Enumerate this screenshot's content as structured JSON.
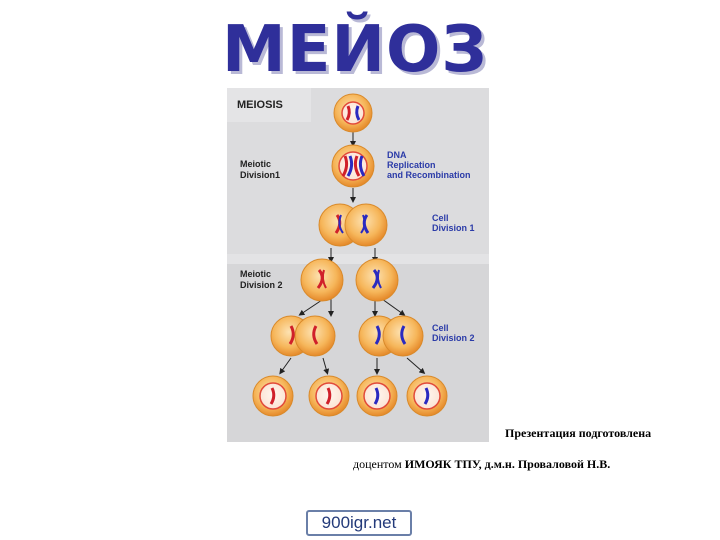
{
  "title": "МЕЙОЗ",
  "diagram": {
    "header": "MEIOSIS",
    "stage1_line1": "Meiotic",
    "stage1_line2": "Division1",
    "stage2_line1": "Meiotic",
    "stage2_line2": "Division 2",
    "dna_line1": "DNA",
    "dna_line2": "Replication",
    "dna_line3": "and Recombination",
    "cell1_line1": "Cell",
    "cell1_line2": "Division 1",
    "cell2_line1": "Cell",
    "cell2_line2": "Division 2"
  },
  "credit": {
    "line1": "Презентация подготовлена",
    "line2_prefix": "доцентом ",
    "line2_bold": "ИМОЯК ТПУ, д.м.н. Проваловой Н.В."
  },
  "badge": "900igr.net",
  "colors": {
    "title": "#2f2f9a",
    "label_blue": "#2b3ba8",
    "cell_orange": "#f2a13b",
    "panel_gray": "#d9d9db"
  }
}
